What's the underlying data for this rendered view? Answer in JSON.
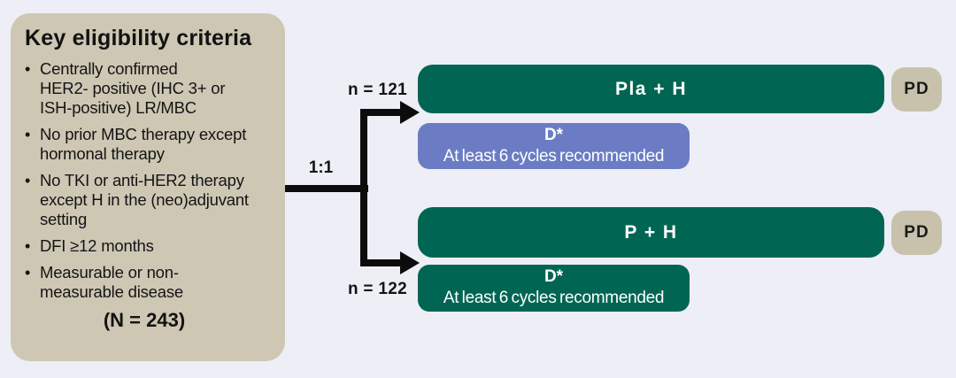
{
  "colors": {
    "background": "#edeef6",
    "panel_tan": "#cdc7b4",
    "arm_green": "#006653",
    "chemo_blue": "#6b7cc4",
    "pd_tan": "#c8c2ad",
    "connector_black": "#0c0c0c",
    "text_dark": "#141414",
    "text_light": "#ffffff"
  },
  "eligibility": {
    "title": "Key eligibility criteria",
    "bullets": [
      "Centrally confirmed\nHER2- positive (IHC 3+ or\nISH-positive) LR/MBC",
      "No prior MBC therapy except\nhormonal therapy",
      "No TKI or anti-HER2 therapy\nexcept H in the (neo)adjuvant\nsetting",
      "DFI ≥12 months",
      "Measurable or non-\nmeasurable disease"
    ],
    "total_n": "(N = 243)"
  },
  "randomization": {
    "ratio": "1:1"
  },
  "arms": [
    {
      "n_label": "n = 121",
      "treatment": "Pla + H",
      "chemo_title": "D*",
      "chemo_note": "At least 6 cycles recommended",
      "endpoint": "PD"
    },
    {
      "n_label": "n = 122",
      "treatment": "P + H",
      "chemo_title": "D*",
      "chemo_note": "At least 6 cycles recommended",
      "endpoint": "PD"
    }
  ]
}
